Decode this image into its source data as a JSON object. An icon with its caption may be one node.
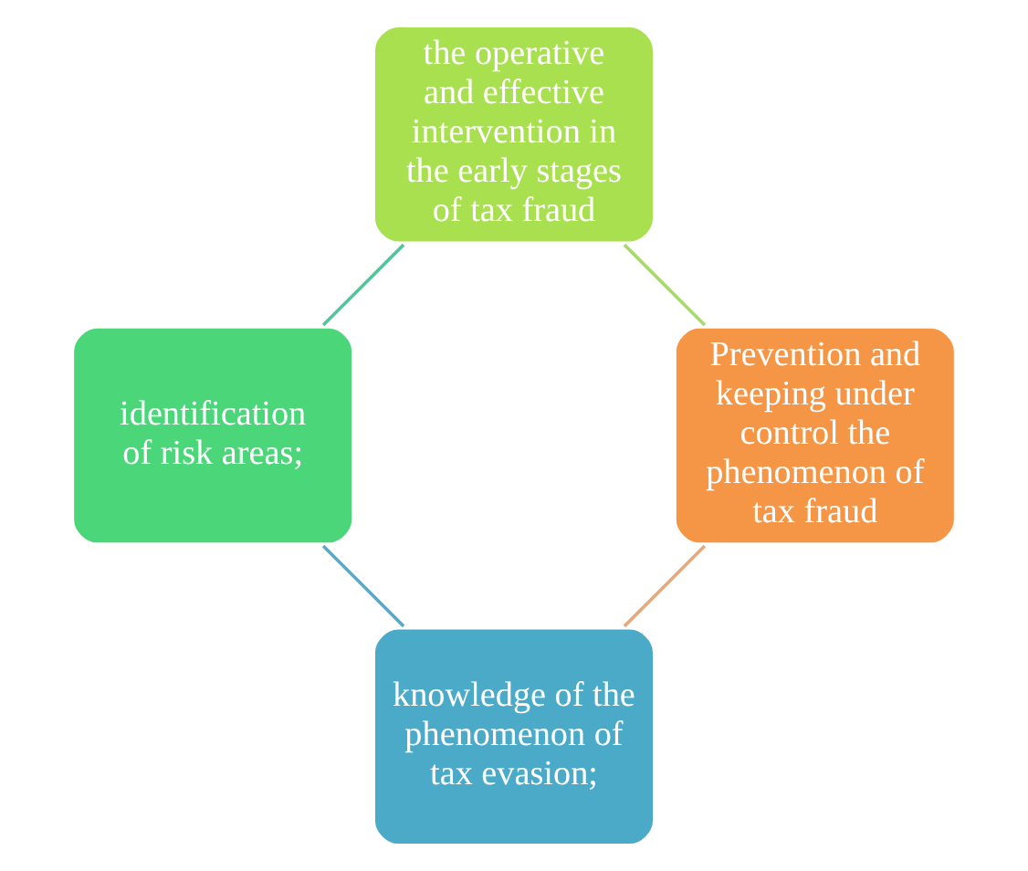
{
  "diagram": {
    "nodes": [
      {
        "text": [
          "knowledge of the phenomenon of tax evasion;"
        ]
      },
      {
        "text": [
          "identification of risk areas;"
        ]
      },
      {
        "text": [
          "the operative and effective intervention in the early stages of tax fraud"
        ]
      },
      {
        "text": [
          "Prevention and keeping under control the phenomenon of tax fraud"
        ]
      }
    ],
    "edges": [
      {
        "from": 0,
        "to": 1,
        "arrow": "none",
        "color": "#5fa8c4"
      },
      {
        "from": 1,
        "to": 2,
        "arrow": "none",
        "color": "#4cc89a"
      },
      {
        "from": 2,
        "to": 3,
        "arrow": "none",
        "color": "#a8d870"
      },
      {
        "from": 3,
        "to": 0,
        "arrow": "none",
        "color": "#e8a878"
      }
    ]
  }
}
